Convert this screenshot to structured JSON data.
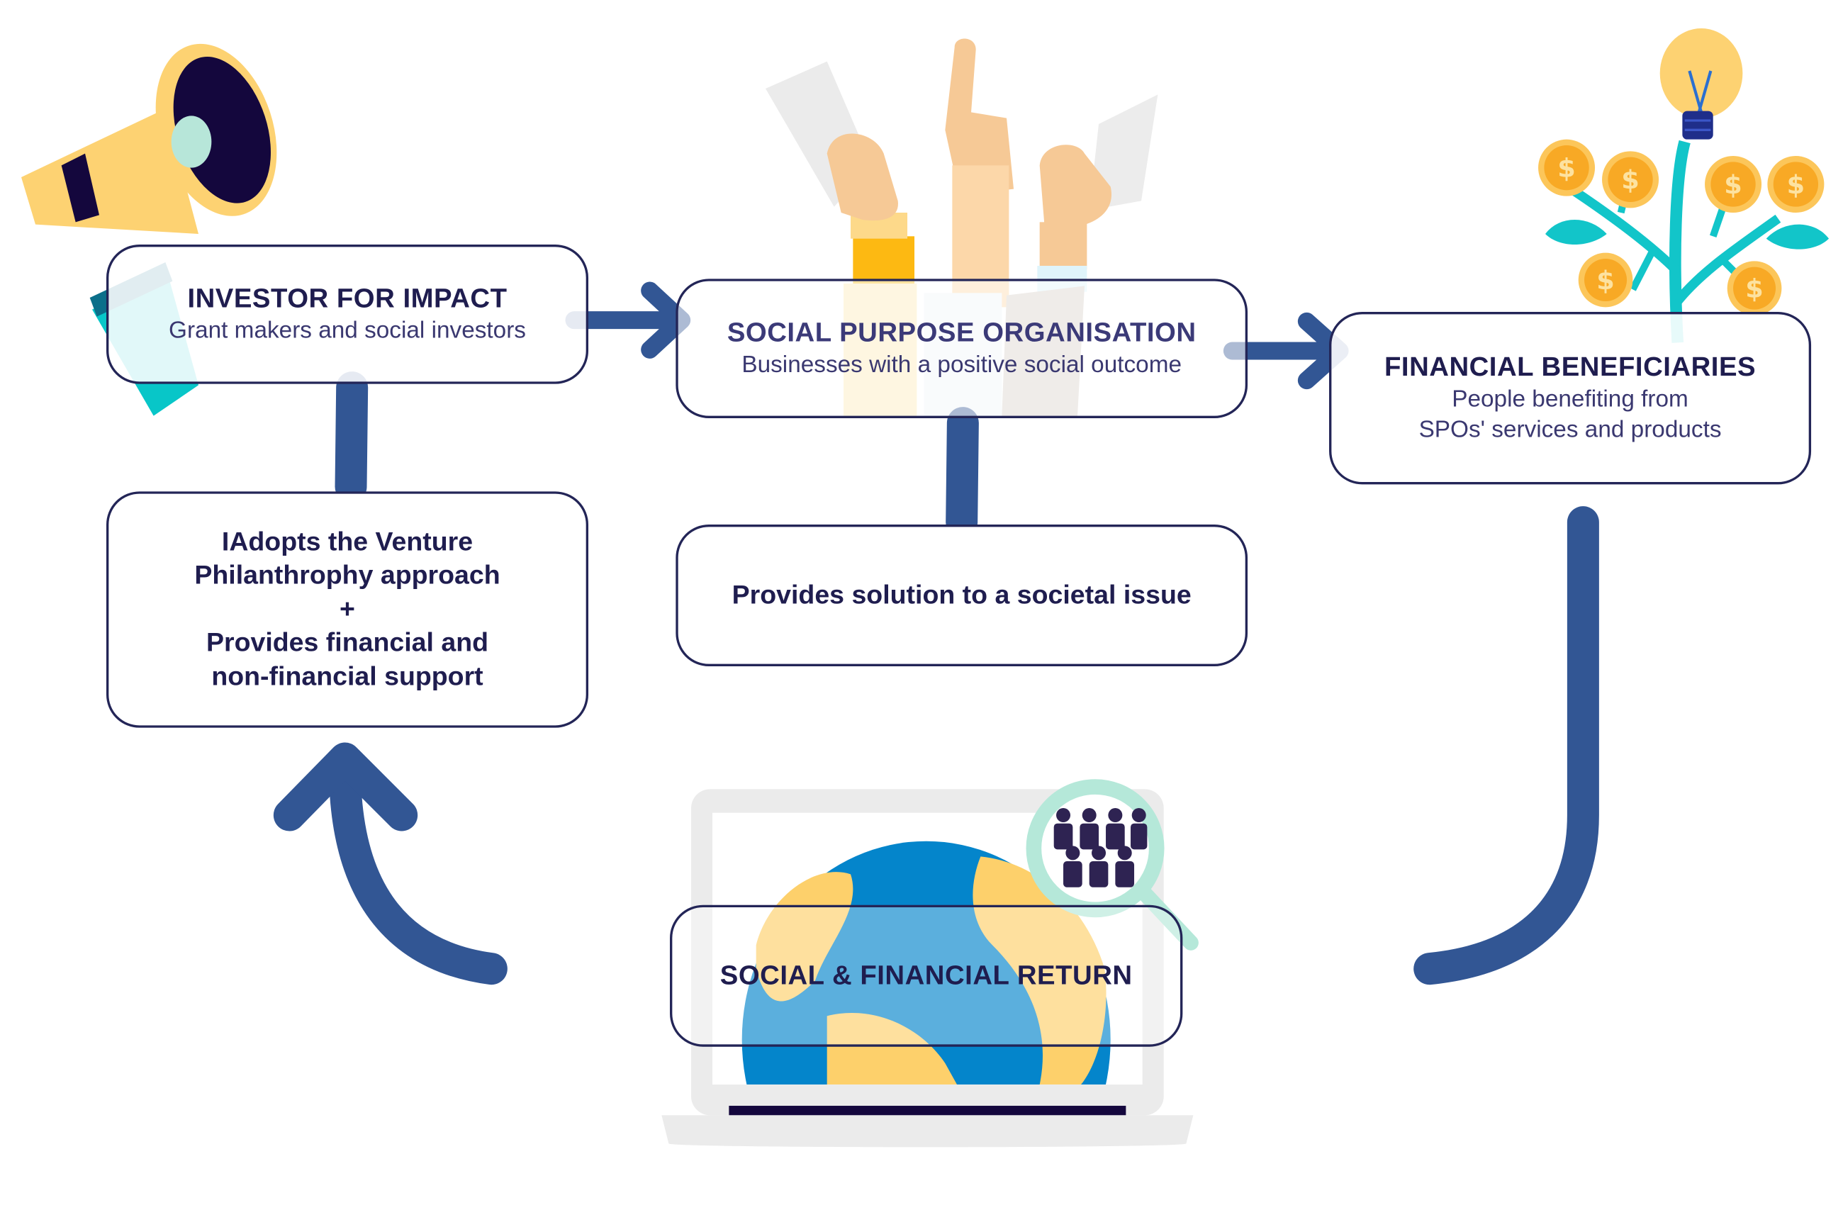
{
  "colors": {
    "connector": "#325694",
    "box_border": "#232557",
    "text_dark": "#1f1d4f",
    "megaphone_yellow": "#fdd272",
    "megaphone_navy": "#14073d",
    "megaphone_teal": "#08c6c8",
    "megaphone_mint": "#b7e6d9",
    "coin_orange": "#f8a925",
    "coin_rim": "#fcc65a",
    "plant_teal": "#12c5c9",
    "globe_ocean": "#0485cb",
    "globe_land": "#fdd06b",
    "magnifier_mint": "#b5e8d9",
    "people_purple": "#2e2352",
    "laptop_grey": "#ebebeb"
  },
  "nodes": {
    "investor": {
      "title": "INVESTOR FOR IMPACT",
      "subtitle": "Grant makers and social investors"
    },
    "spo": {
      "title": "SOCIAL PURPOSE ORGANISATION",
      "subtitle": "Businesses with a positive social outcome"
    },
    "beneficiaries": {
      "title": "FINANCIAL BENEFICIARIES",
      "subtitle_line1": "People benefiting from",
      "subtitle_line2": "SPOs' services and products"
    },
    "adopts": {
      "line1": "IAdopts the Venture",
      "line2": "Philanthrophy approach",
      "line3": "+",
      "line4": "Provides financial and",
      "line5": "non-financial support"
    },
    "solution": {
      "text": "Provides solution to a societal issue"
    },
    "return": {
      "title": "SOCIAL & FINANCIAL RETURN"
    }
  },
  "icons": {
    "investor": "megaphone-icon",
    "spo": "raised-hands-icon",
    "beneficiaries": "money-tree-lightbulb-icon",
    "return": "globe-laptop-magnifier-icon"
  },
  "edges": [
    {
      "from": "investor",
      "to": "spo",
      "type": "arrow"
    },
    {
      "from": "spo",
      "to": "beneficiaries",
      "type": "arrow"
    },
    {
      "from": "investor",
      "to": "adopts",
      "type": "line"
    },
    {
      "from": "spo",
      "to": "solution",
      "type": "line"
    },
    {
      "from": "beneficiaries",
      "to": "return",
      "type": "curve"
    },
    {
      "from": "return",
      "to": "adopts",
      "type": "curved-arrow"
    }
  ]
}
